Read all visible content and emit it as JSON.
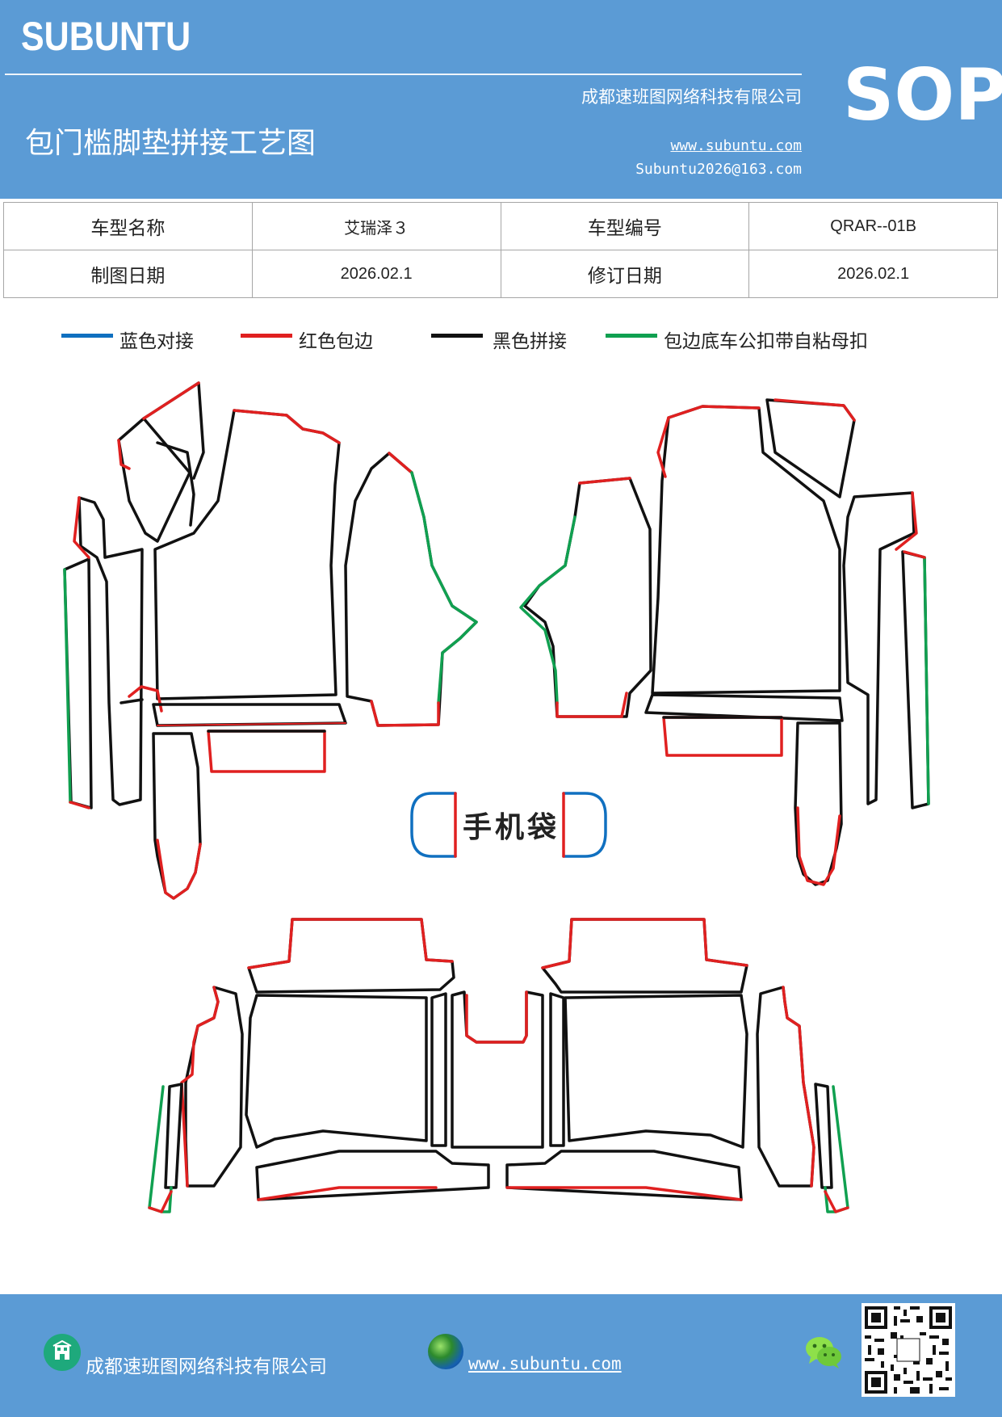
{
  "header": {
    "brand": "SUBUNTU",
    "company": "成都速班图网络科技有限公司",
    "title": "包门槛脚垫拼接工艺图",
    "website": "www.subuntu.com",
    "email": "Subuntu2026@163.com",
    "badge": "SOP"
  },
  "info_table": {
    "row1": {
      "k1": "车型名称",
      "v1": "艾瑞泽３",
      "k2": "车型编号",
      "v2": "QRAR--01B"
    },
    "row2": {
      "k1": "制图日期",
      "v1": "2026.02.1",
      "k2": "修订日期",
      "v2": "2026.02.1"
    }
  },
  "legend": [
    {
      "label": "蓝色对接",
      "color": "#1070c0"
    },
    {
      "label": "红色包边",
      "color": "#e02020"
    },
    {
      "label": "黑色拼接",
      "color": "#111111"
    },
    {
      "label": "包边底车公扣带自粘母扣",
      "color": "#10a050"
    }
  ],
  "diagram": {
    "phone_bag_label": "手机袋"
  },
  "footer": {
    "company": "成都速班图网络科技有限公司",
    "website": "www.subuntu.com "
  },
  "icons": [
    "building-icon",
    "globe-icon",
    "wechat-icon",
    "qr-code"
  ]
}
